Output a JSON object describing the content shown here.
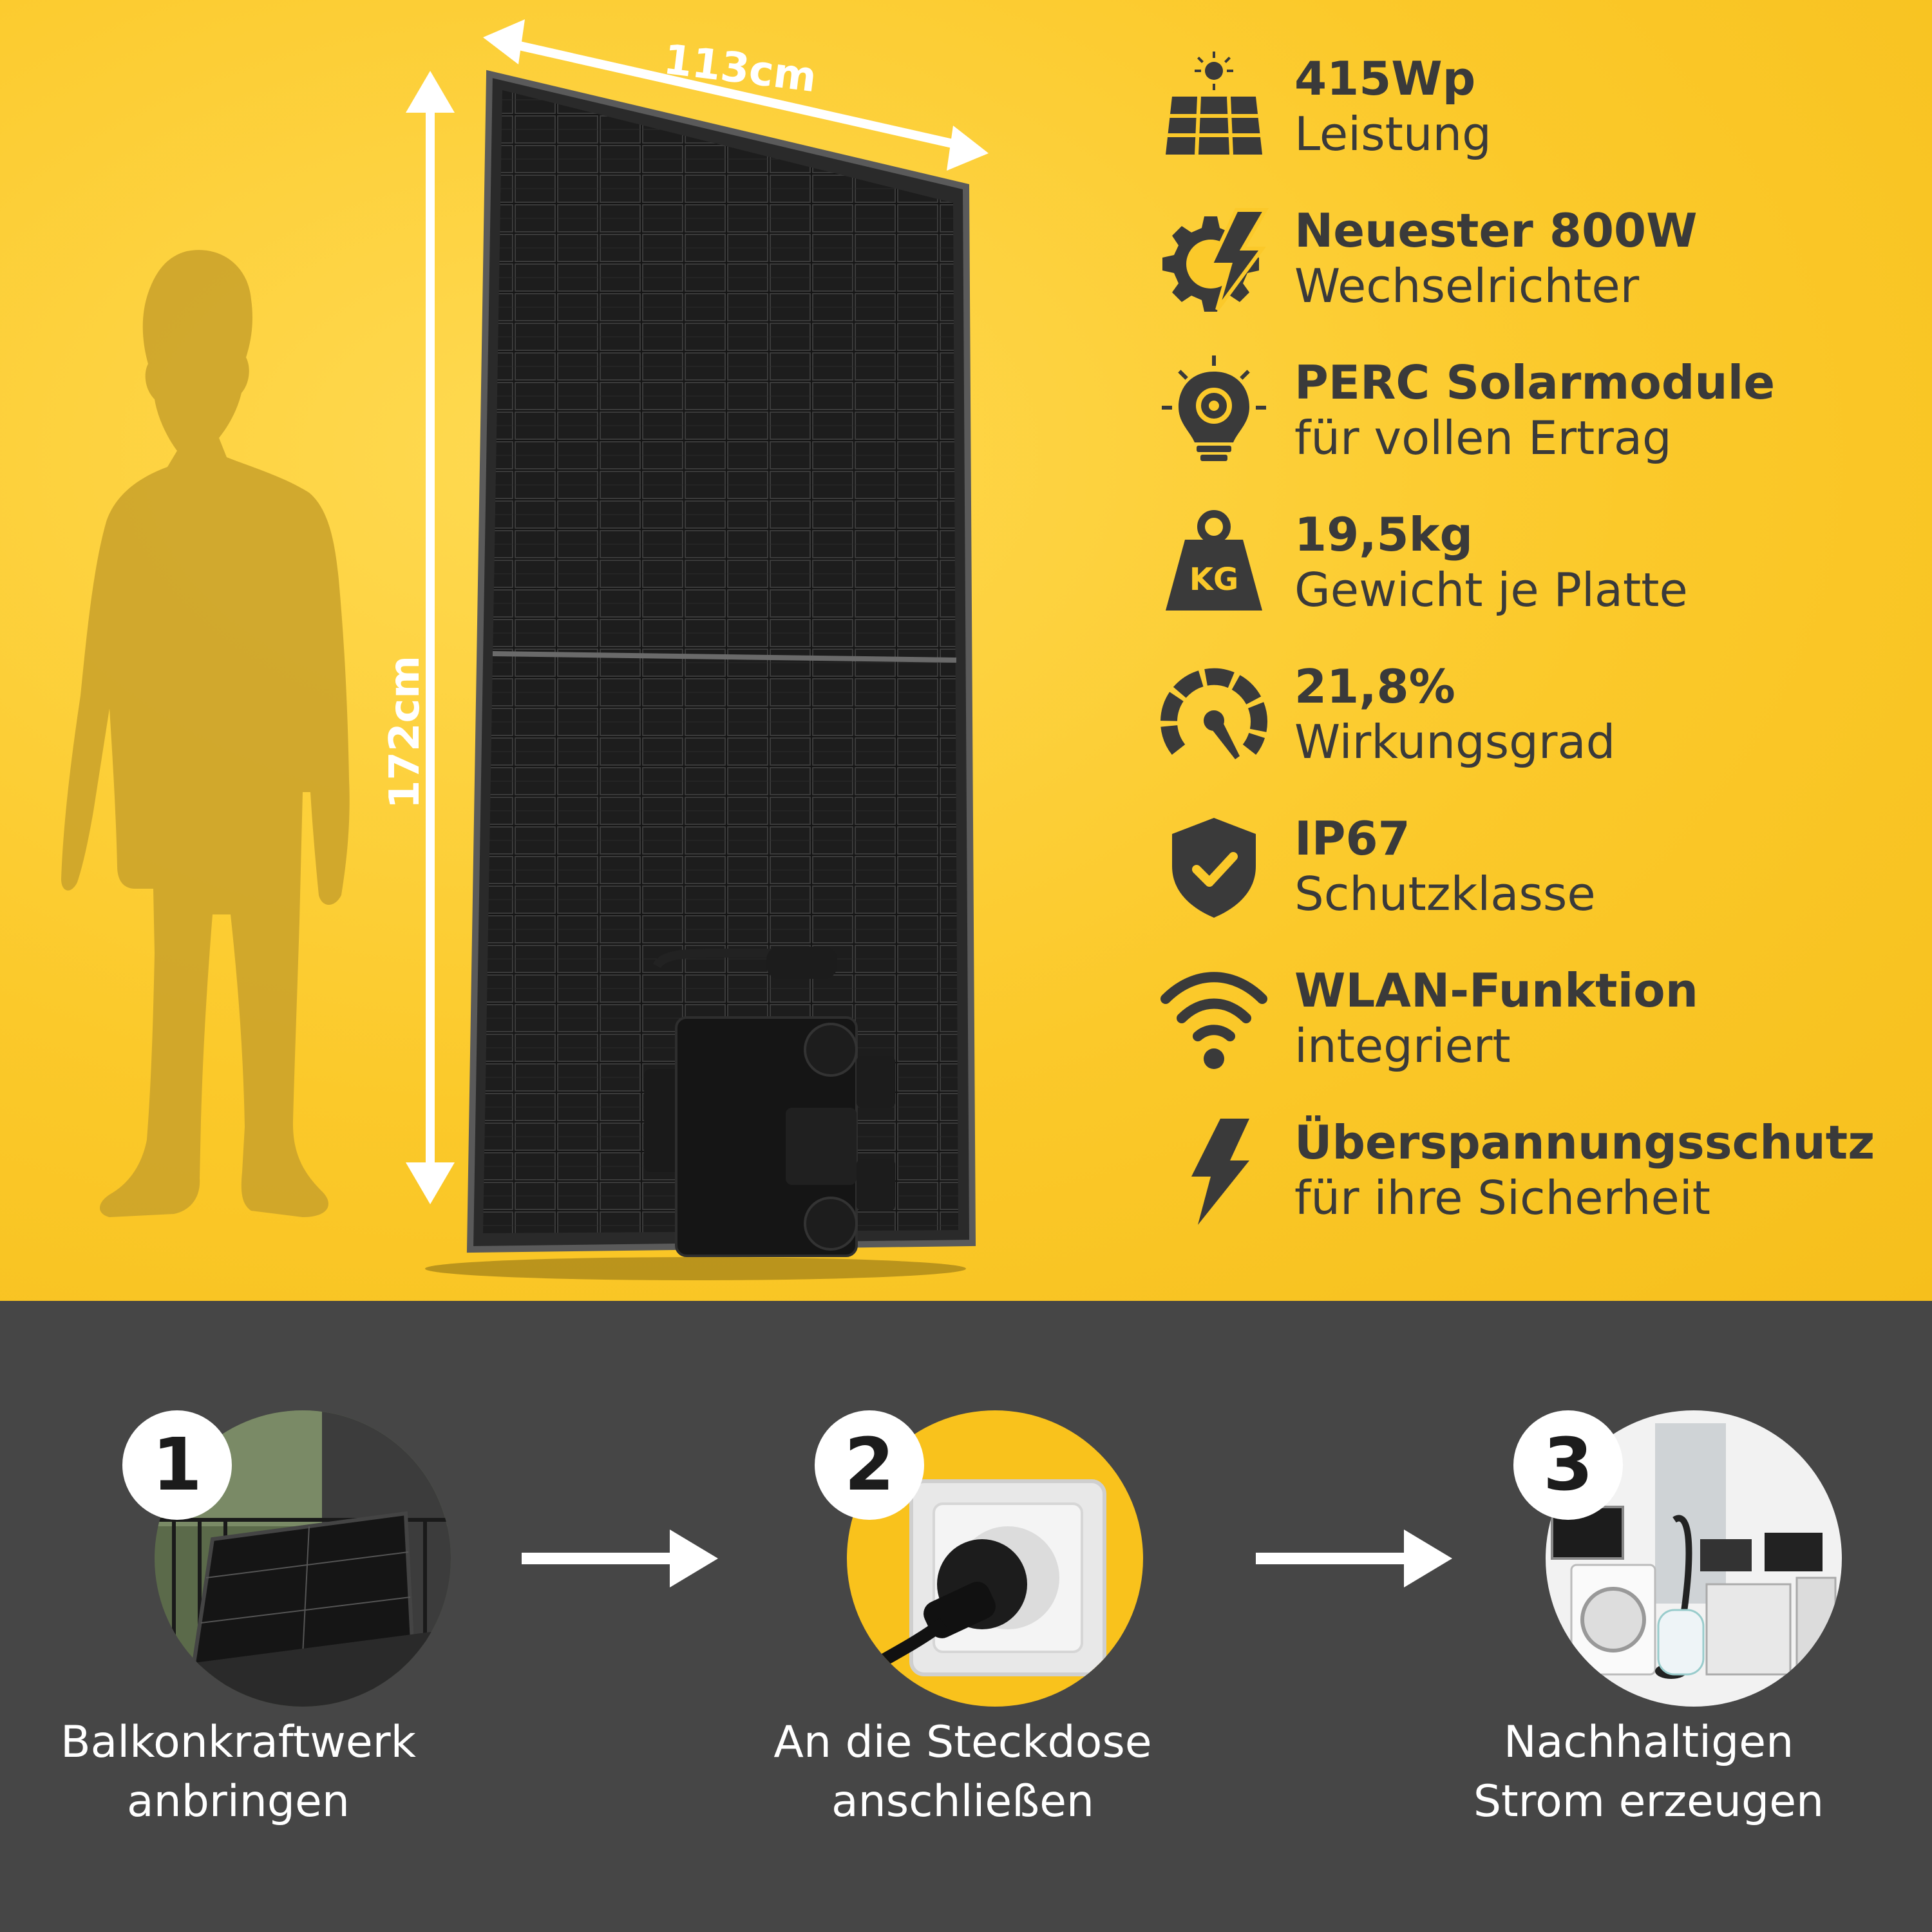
{
  "dimensions": {
    "width_label": "113cm",
    "height_label": "172cm"
  },
  "features": [
    {
      "icon": "solar-panel-sun-icon",
      "title": "415Wp",
      "subtitle": "Leistung"
    },
    {
      "icon": "gear-lightning-icon",
      "title": "Neuester 800W",
      "subtitle": "Wechselrichter"
    },
    {
      "icon": "lightbulb-gear-icon",
      "title": "PERC Solarmodule",
      "subtitle": "für vollen Ertrag"
    },
    {
      "icon": "kg-weight-icon",
      "title": "19,5kg",
      "subtitle": "Gewicht je Platte",
      "icon_text": "KG"
    },
    {
      "icon": "gauge-icon",
      "title": "21,8%",
      "subtitle": "Wirkungsgrad"
    },
    {
      "icon": "shield-check-icon",
      "title": "IP67",
      "subtitle": "Schutzklasse"
    },
    {
      "icon": "wifi-icon",
      "title": "WLAN-Funktion",
      "subtitle": "integriert"
    },
    {
      "icon": "lightning-icon",
      "title": "Überspannungsschutz",
      "subtitle": "für ihre Sicherheit"
    }
  ],
  "steps": [
    {
      "number": "1",
      "line1": "Balkonkraftwerk",
      "line2": "anbringen"
    },
    {
      "number": "2",
      "line1": "An die Steckdose",
      "line2": "anschließen"
    },
    {
      "number": "3",
      "line1": "Nachhaltigen",
      "line2": "Strom erzeugen"
    }
  ],
  "colors": {
    "yellow": "#fbc92a",
    "dark": "#464646",
    "text_dark": "#3a3a3a",
    "white": "#ffffff"
  }
}
